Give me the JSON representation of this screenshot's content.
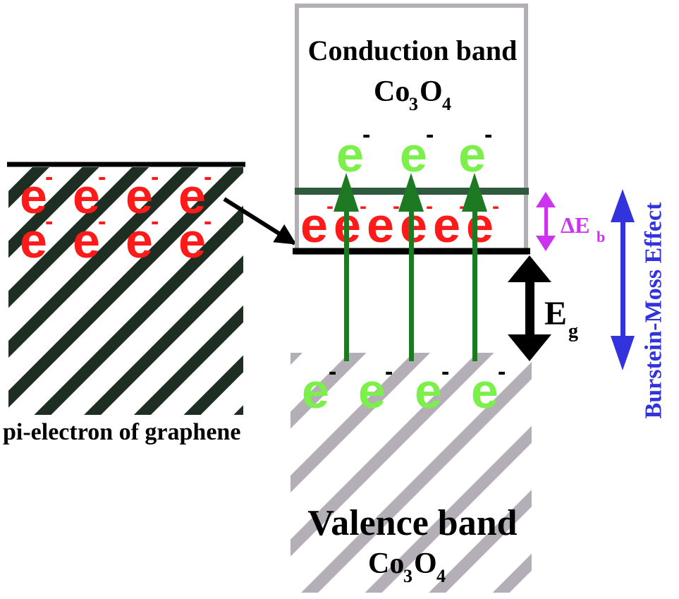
{
  "graphene": {
    "label": "pi-electron of graphene",
    "electron_symbol": "e",
    "electron_charge": "-"
  },
  "conduction_band": {
    "title": "Conduction band",
    "formula_base": "Co",
    "formula_sub1": "3",
    "formula_mid": "O",
    "formula_sub2": "4"
  },
  "valence_band": {
    "title": "Valence band",
    "formula_base": "Co",
    "formula_sub1": "3",
    "formula_mid": "O",
    "formula_sub2": "4"
  },
  "labels": {
    "delta_eb": "ΔE",
    "delta_eb_sub": "b",
    "eg": "E",
    "eg_sub": "g",
    "burstein_moss": "Burstein-Moss Effect"
  },
  "colors": {
    "graphene_electrons": "#ff1a1a",
    "excited_electrons": "#7cf04a",
    "hatch_dark": "#1e2e22",
    "hatch_grey": "#b4aeb6",
    "band_edge_green": "#2f5a3e",
    "transition_arrow": "#1e7a22",
    "delta_arrow": "#cc33ee",
    "bm_arrow": "#3333dd"
  }
}
